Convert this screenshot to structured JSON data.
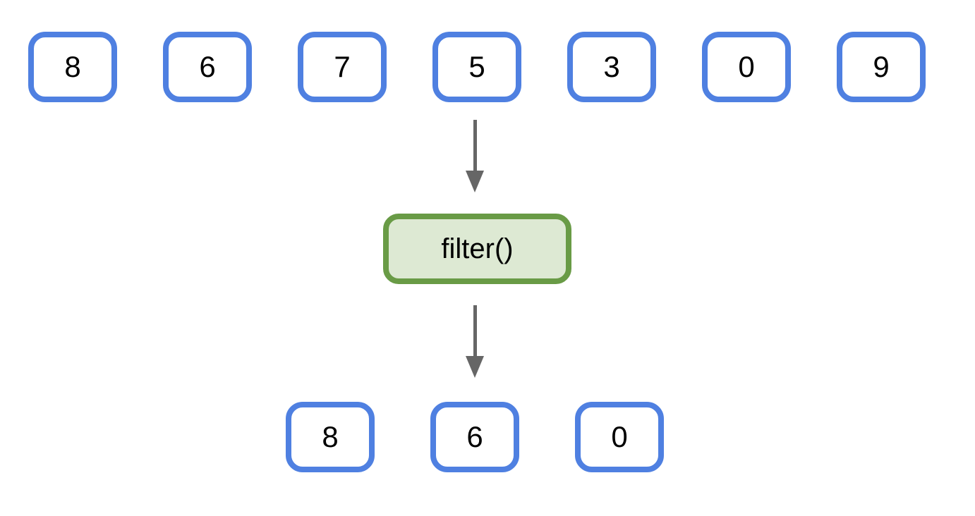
{
  "diagram": {
    "title": "filter-function-diagram",
    "input_row": [
      "8",
      "6",
      "7",
      "5",
      "3",
      "0",
      "9"
    ],
    "function_label": "filter()",
    "output_row": [
      "8",
      "6",
      "0"
    ]
  },
  "colors": {
    "box_border": "#4f80e1",
    "box_fill": "#ffffff",
    "function_border": "#699b46",
    "function_fill": "#dde9d3",
    "arrow": "#666666",
    "text": "#000000"
  }
}
